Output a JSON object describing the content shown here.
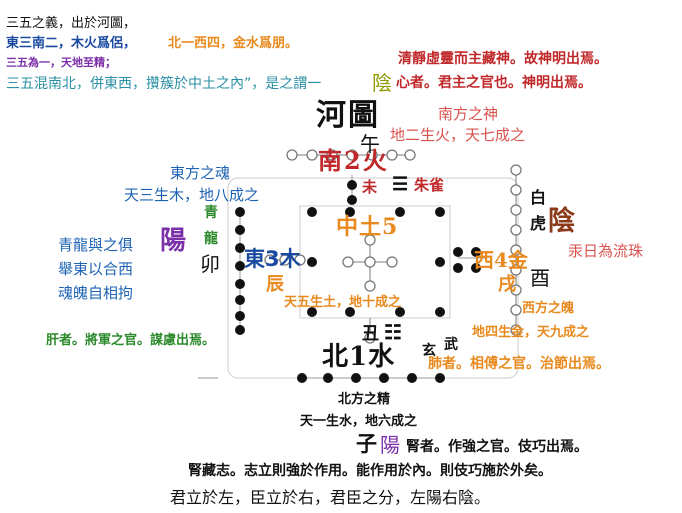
{
  "colors": {
    "black": "#111111",
    "blue": "#1f64b4",
    "green": "#2c8a2c",
    "darkblue": "#1a4aa0",
    "purple": "#7b2fa8",
    "red": "#c0282a",
    "orange": "#e88a1e",
    "brown": "#8b3a1a",
    "teal": "#2b8fa5",
    "olive": "#8f9a00",
    "gray": "#888888",
    "steel": "#4a6fa5"
  },
  "top_left": {
    "line1": "三五之義，出於河圖，",
    "line2a": "東三南二，木火爲侶，",
    "line2b": "北一西四，金水爲朋。",
    "line3": "三五為一，天地至精；",
    "line4": "三五混南北，併東西，攢簇於中土之內”，是之謂一"
  },
  "top_right": {
    "line1": "清靜虛靈而主藏神。故神明出焉。",
    "line2_yin": "陰",
    "line2": "心者。君主之官也。神明出焉。"
  },
  "title": "河圖",
  "south": {
    "wu": "午",
    "label": "南2火",
    "spirit": "南方之神",
    "desc": "地二生火，天七成之",
    "wei": "未",
    "trigram": "☰",
    "bird": "朱雀"
  },
  "east": {
    "spirit": "東方之魂",
    "desc": "天三生木，地八成之",
    "qing": "青",
    "long": "龍",
    "mao": "卯",
    "yang": "陽",
    "label": "東3木",
    "chen": "辰",
    "note1": "青龍與之俱",
    "note2": "舉東以合西",
    "note3": "魂魄自相拘",
    "liver": "肝者。將軍之官。謀慮出焉。"
  },
  "center": {
    "label": "中土5",
    "desc": "天五生土，地十成之"
  },
  "west": {
    "bai": "白",
    "hu": "虎",
    "yin": "陰",
    "tears": "汞日為流珠",
    "label": "西4金",
    "xu": "戌",
    "you": "酉",
    "spirit": "西方之魄",
    "desc": "地四生金，天九成之",
    "lung": "肺者。相傅之官。治節出焉。"
  },
  "north": {
    "chou": "丑",
    "trigram": "☷",
    "label": "北1水",
    "xuan": "玄",
    "wu2": "武",
    "spirit": "北方之精",
    "desc": "天一生水，地六成之",
    "zi": "子",
    "yang": "陽",
    "kidney": "腎者。作強之官。伎巧出焉。",
    "kidney2": "腎藏志。志立則強於作用。能作用於內。則伎巧施於外矣。"
  },
  "bottom": "君立於左，臣立於右，君臣之分，左陽右陰。"
}
